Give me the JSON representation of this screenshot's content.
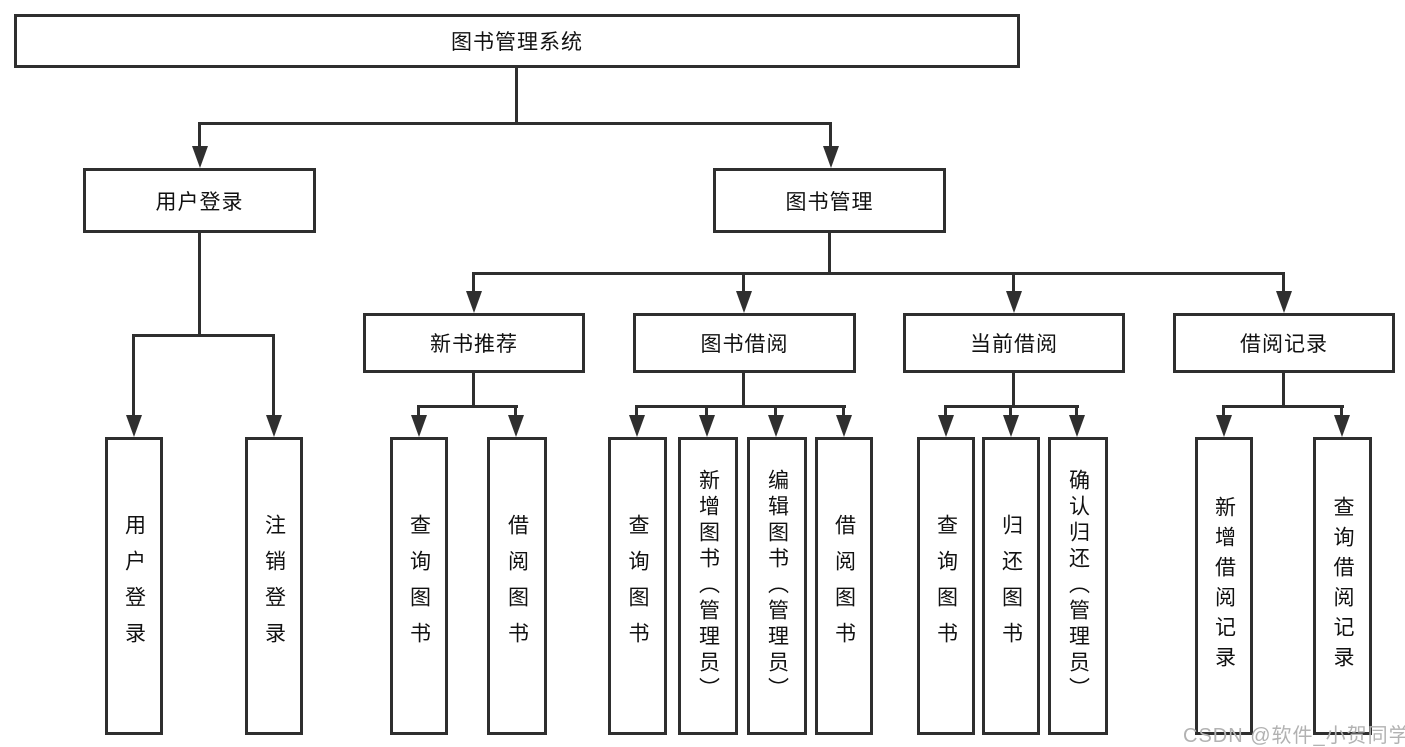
{
  "diagram": {
    "watermark": "CSDN @软件_小贺同学",
    "root": {
      "label": "图书管理系统"
    },
    "level2": [
      {
        "label": "用户登录"
      },
      {
        "label": "图书管理"
      }
    ],
    "level3": [
      {
        "label": "新书推荐"
      },
      {
        "label": "图书借阅"
      },
      {
        "label": "当前借阅"
      },
      {
        "label": "借阅记录"
      }
    ],
    "leaves": {
      "user_login": [
        {
          "label": "用户登录"
        },
        {
          "label": "注销登录"
        }
      ],
      "new_book": [
        {
          "label": "查询图书"
        },
        {
          "label": "借阅图书"
        }
      ],
      "book_borrow": [
        {
          "label": "查询图书"
        },
        {
          "label": "新增图书（管理员）"
        },
        {
          "label": "编辑图书（管理员）"
        },
        {
          "label": "借阅图书"
        }
      ],
      "current_borrow": [
        {
          "label": "查询图书"
        },
        {
          "label": "归还图书"
        },
        {
          "label": "确认归还（管理员）"
        }
      ],
      "borrow_record": [
        {
          "label": "新增借阅记录"
        },
        {
          "label": "查询借阅记录"
        }
      ]
    },
    "colors": {
      "line": "#2f2f2f",
      "text": "#111111",
      "watermark_text": "#b2b2b2",
      "background": "#ffffff"
    }
  }
}
